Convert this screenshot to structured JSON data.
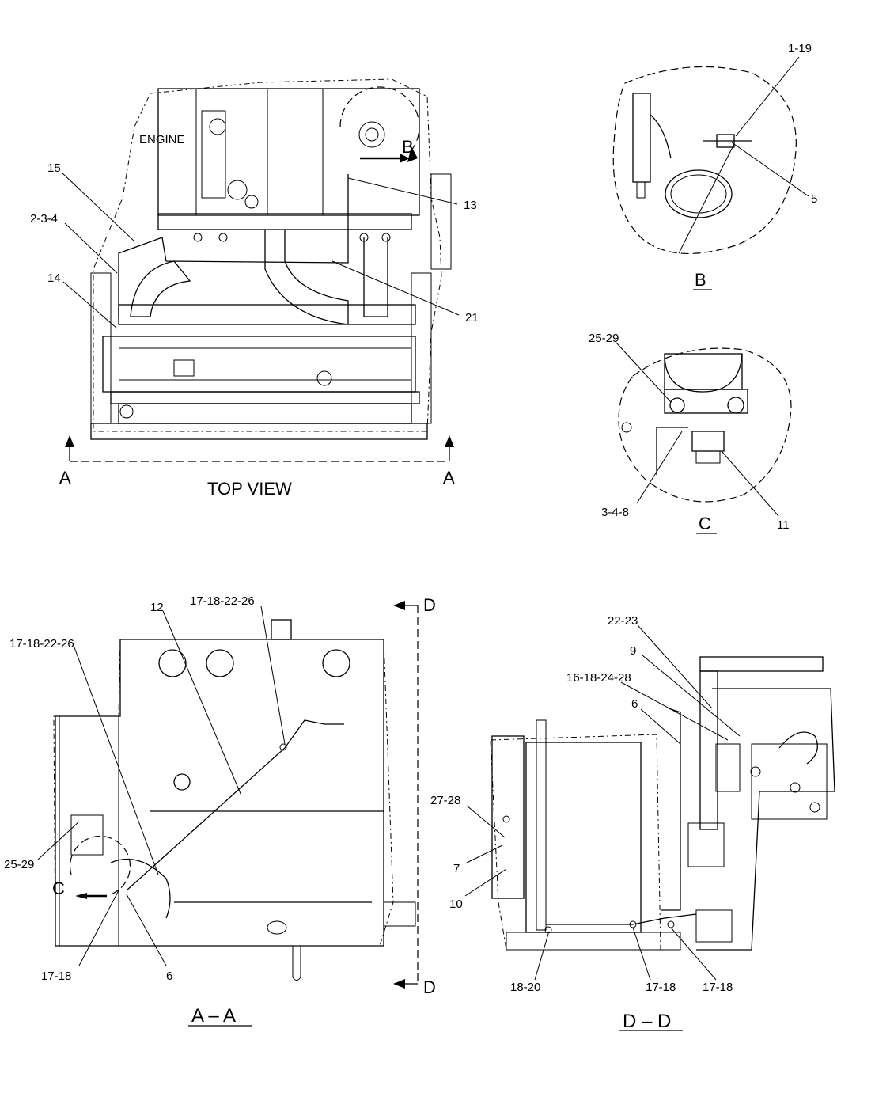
{
  "views": {
    "top": {
      "title": "TOP VIEW",
      "engine_label": "ENGINE",
      "section_mark_left": "A",
      "section_mark_right": "A",
      "detail_ref": "B"
    },
    "detail_b": {
      "title": "B"
    },
    "detail_c": {
      "title": "C"
    },
    "section_aa": {
      "title": "A – A",
      "section_mark_top": "D",
      "section_mark_bottom": "D",
      "detail_ref": "C"
    },
    "section_dd": {
      "title": "D – D"
    }
  },
  "callouts": {
    "top": [
      "15",
      "2-3-4",
      "14",
      "13",
      "21"
    ],
    "detail_b": [
      "1-19",
      "5"
    ],
    "detail_c": [
      "25-29",
      "3-4-8",
      "11"
    ],
    "section_aa": [
      "12",
      "17-18-22-26",
      "17-18-22-26",
      "25-29",
      "17-18",
      "6"
    ],
    "section_dd": [
      "22-23",
      "9",
      "16-18-24-28",
      "6",
      "27-28",
      "7",
      "10",
      "18-20",
      "17-18",
      "17-18"
    ]
  }
}
